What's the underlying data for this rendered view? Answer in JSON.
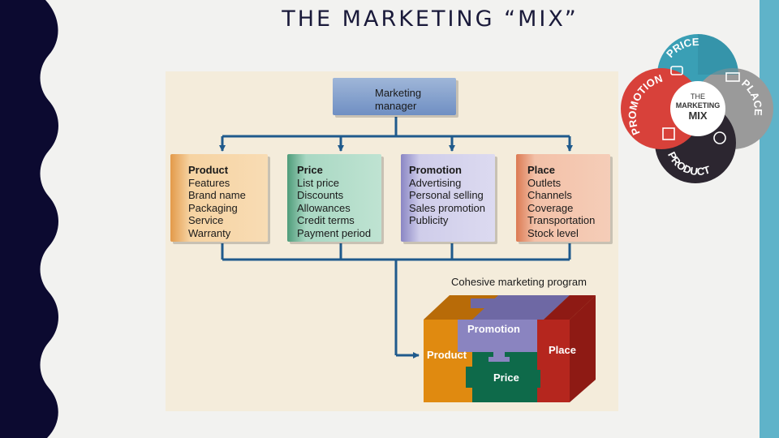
{
  "slide": {
    "title": "THE MARKETING “MIX”"
  },
  "diagram": {
    "manager": [
      "Marketing",
      "manager"
    ],
    "columns": [
      {
        "heading": "Product",
        "items": [
          "Features",
          "Brand name",
          "Packaging",
          "Service",
          "Warranty"
        ]
      },
      {
        "heading": "Price",
        "items": [
          "List price",
          "Discounts",
          "Allowances",
          "Credit terms",
          "Payment period"
        ]
      },
      {
        "heading": "Promotion",
        "items": [
          "Advertising",
          "Personal selling",
          "Sales promotion",
          "Publicity"
        ]
      },
      {
        "heading": "Place",
        "items": [
          "Outlets",
          "Channels",
          "Coverage",
          "Transportation",
          "Stock level"
        ]
      }
    ],
    "program_label": "Cohesive marketing program",
    "cube": {
      "promotion": "Promotion",
      "product": "Product",
      "place": "Place",
      "price": "Price"
    }
  },
  "logo": {
    "price": "PRICE",
    "place": "PLACE",
    "product": "PRODUCT",
    "promotion": "PROMOTION",
    "center_small": "THE",
    "center_mid": "MARKETING",
    "center_big": "MIX"
  },
  "colors": {
    "accent_band": "#5fb3c9",
    "dark_band": "#0c0a30",
    "wire": "#1f5a8c",
    "cube_product": "#e08a10",
    "cube_promotion": "#8a84c0",
    "cube_price": "#0e6a4a",
    "cube_place": "#b5261e"
  }
}
